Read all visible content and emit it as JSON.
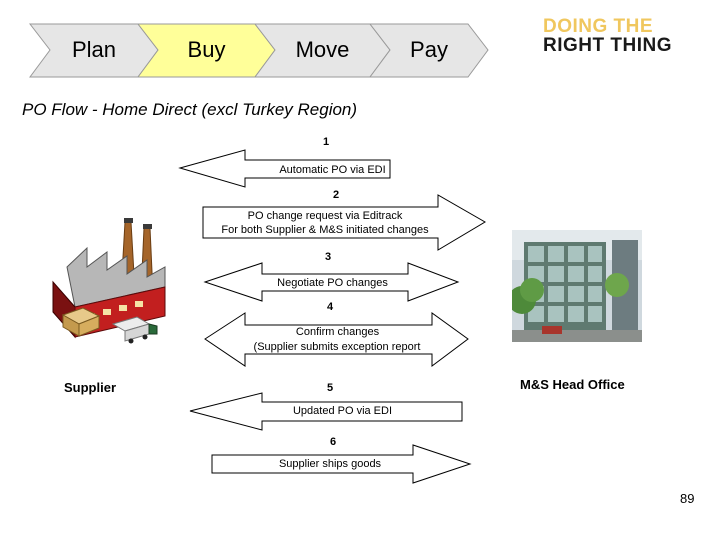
{
  "process_steps": [
    "Plan",
    "Buy",
    "Move",
    "Pay"
  ],
  "active_step": "Buy",
  "colors": {
    "chevron_fill": "#e6e6e6",
    "chevron_active_fill": "#ffff99",
    "logo_top": "#f0c75e",
    "logo_bottom": "#1a1a1a"
  },
  "logo": {
    "line1": "DOING THE",
    "line2": "RIGHT THING"
  },
  "subtitle": "PO Flow - Home Direct  (excl Turkey Region)",
  "flow_steps": [
    {
      "number": "1",
      "label_lines": [
        "Automatic PO via EDI"
      ],
      "direction": "left"
    },
    {
      "number": "2",
      "label_lines": [
        "PO change request via Editrack",
        "For both Supplier & M&S initiated changes"
      ],
      "direction": "right"
    },
    {
      "number": "3",
      "label_lines": [
        "Negotiate PO changes"
      ],
      "direction": "both"
    },
    {
      "number": "4",
      "label_lines": [
        "Confirm changes",
        "(Supplier submits exception report"
      ],
      "direction": "both"
    },
    {
      "number": "5",
      "label_lines": [
        "Updated PO via EDI"
      ],
      "direction": "left"
    },
    {
      "number": "6",
      "label_lines": [
        "Supplier ships goods"
      ],
      "direction": "right"
    }
  ],
  "parties": {
    "left": "Supplier",
    "right": "M&S Head Office"
  },
  "images": {
    "left": "factory-illustration",
    "right": "office-building-photo"
  },
  "page_number": "89"
}
